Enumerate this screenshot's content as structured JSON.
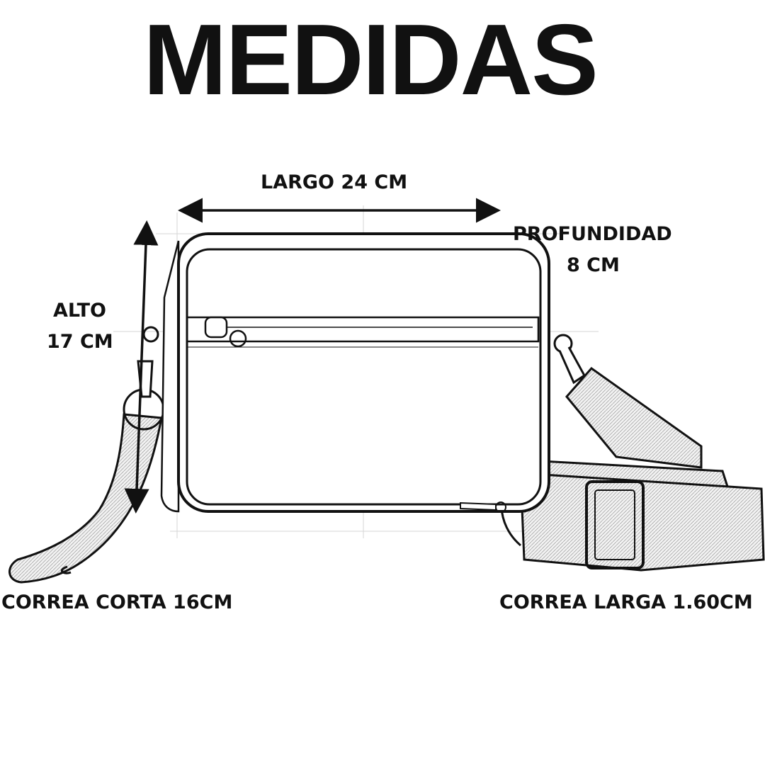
{
  "title": "MEDIDAS",
  "labels": {
    "largo": "LARGO 24 CM",
    "profundidad_1": "PROFUNDIDAD",
    "profundidad_2": "8 CM",
    "alto_1": "ALTO",
    "alto_2": "17 CM",
    "correa_corta": "CORREA CORTA 16CM",
    "correa_larga": "CORREA LARGA 1.60CM"
  },
  "colors": {
    "ink": "#111111",
    "sketch": "#cfcfcf",
    "strap": "#e6e6e6"
  }
}
